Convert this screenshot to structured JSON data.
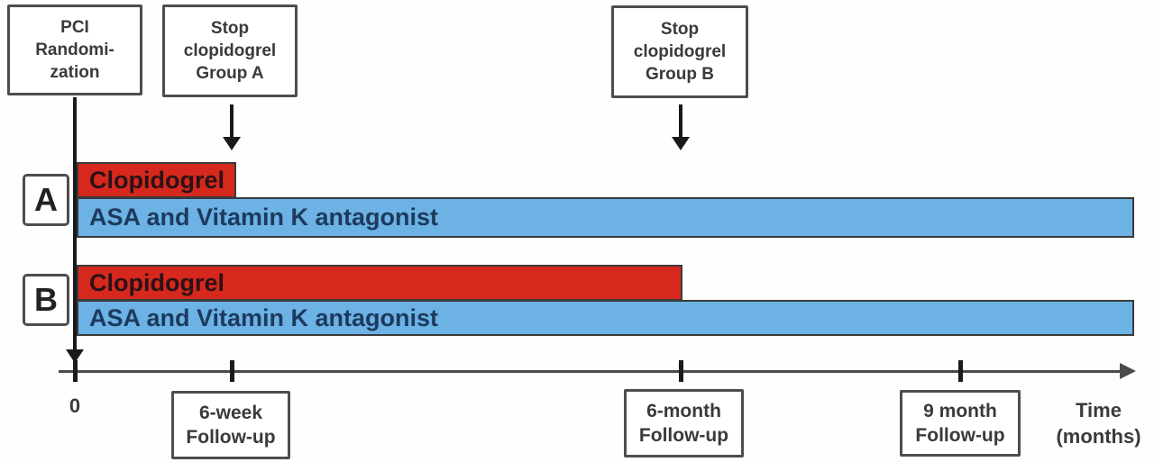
{
  "figure": {
    "top_boxes": [
      {
        "name": "pci-randomization",
        "lines": [
          "PCI",
          "Randomi-",
          "zation"
        ]
      },
      {
        "name": "stop-clopidogrel-group-a",
        "lines": [
          "Stop",
          "clopidogrel",
          "Group A"
        ]
      },
      {
        "name": "stop-clopidogrel-group-b",
        "lines": [
          "Stop",
          "clopidogrel",
          "Group B"
        ]
      }
    ],
    "groups": [
      {
        "label": "A",
        "clopidogrel_bar": "Clopidogrel",
        "asa_bar": "ASA and Vitamin K antagonist"
      },
      {
        "label": "B",
        "clopidogrel_bar": "Clopidogrel",
        "asa_bar": "ASA and Vitamin K antagonist"
      }
    ],
    "timeline": {
      "origin_label": "0",
      "tick_boxes": [
        {
          "lines": [
            "6-week",
            "Follow-up"
          ]
        },
        {
          "lines": [
            "6-month",
            "Follow-up"
          ]
        },
        {
          "lines": [
            "9 month",
            "Follow-up"
          ]
        }
      ],
      "axis_label_lines": [
        "Time",
        "(months)"
      ]
    },
    "colors": {
      "clopidogrel_fill": "#d7281d",
      "asa_fill": "#6cb2e4",
      "clopidogrel_text": "#2a1216",
      "asa_text": "#1d3a5e",
      "box_border": "#4d4d4d",
      "box_text": "#3a3a3a",
      "axis": "#4a4a4a",
      "arrow": "#1a1a1a"
    }
  }
}
